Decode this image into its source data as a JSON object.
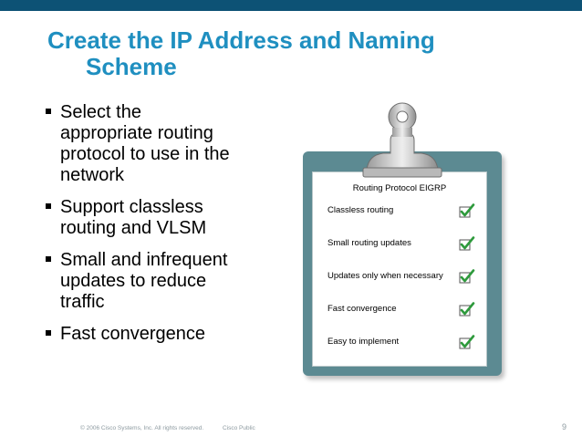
{
  "slide": {
    "title_line1": "Create the IP Address and Naming",
    "title_line2": "Scheme",
    "bullets": [
      "Select the appropriate routing protocol to use in the network",
      "Support classless routing and VLSM",
      "Small and infrequent updates to reduce traffic",
      "Fast convergence"
    ],
    "bullet_lines": [
      [
        "Select the",
        "appropriate routing",
        "protocol to use in the",
        "network"
      ],
      [
        "Support classless",
        "routing and VLSM"
      ],
      [
        "Small and infrequent",
        "updates to reduce",
        "traffic"
      ],
      [
        "Fast convergence"
      ]
    ]
  },
  "clipboard": {
    "title": "Routing Protocol EIGRP",
    "items": [
      {
        "label": "Classless routing",
        "checked": true
      },
      {
        "label": "Small routing updates",
        "checked": true
      },
      {
        "label": "Updates only when necessary",
        "checked": true
      },
      {
        "label": "Fast convergence",
        "checked": true
      },
      {
        "label": "Easy to implement",
        "checked": true
      }
    ],
    "check_icon": "checkbox-checked-icon",
    "check_color": "#2e9a3c"
  },
  "footer": {
    "copyright": "© 2006 Cisco Systems, Inc. All rights reserved.",
    "classification": "Cisco Public",
    "page_number": "9"
  },
  "colors": {
    "title": "#1f8fc0",
    "top_bar": "#0d5275",
    "clipboard_board": "#5c8a92"
  }
}
